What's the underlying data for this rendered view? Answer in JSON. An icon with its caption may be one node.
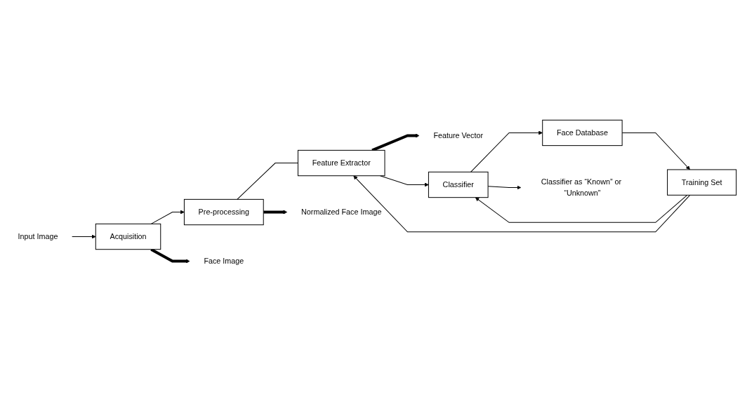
{
  "diagram": {
    "nodes": [
      {
        "text": [
          "Input Image"
        ]
      },
      {
        "text": [
          "Acquisition"
        ]
      },
      {
        "text": [
          "Face Image"
        ]
      },
      {
        "text": [
          "Pre-processing"
        ]
      },
      {
        "text": [
          "Normalized Face Image"
        ]
      },
      {
        "text": [
          "Feature Extractor"
        ]
      },
      {
        "text": [
          "Feature Vector"
        ]
      },
      {
        "text": [
          "Face Database"
        ]
      },
      {
        "text": [
          "Training Set"
        ]
      },
      {
        "text": [
          "Classifier"
        ]
      },
      {
        "text": [
          "Classifier as “Known” or “Unknown”"
        ]
      }
    ],
    "edges": [
      {
        "from": 0,
        "to": 1,
        "arrow": "to"
      },
      {
        "from": 1,
        "to": 3,
        "arrow": "to"
      },
      {
        "from": 1,
        "to": 2,
        "arrow": "to",
        "style": "thick"
      },
      {
        "from": 3,
        "to": 5,
        "arrow": "none"
      },
      {
        "from": 3,
        "to": 4,
        "arrow": "to",
        "style": "thick"
      },
      {
        "from": 5,
        "to": 6,
        "arrow": "to",
        "style": "thick"
      },
      {
        "from": 5,
        "to": 9,
        "arrow": "to"
      },
      {
        "from": 8,
        "to": 5,
        "arrow": "to"
      },
      {
        "from": 7,
        "to": 8,
        "arrow": "to"
      },
      {
        "from": 8,
        "to": 9,
        "arrow": "to"
      },
      {
        "from": 9,
        "to": 7,
        "arrow": "to"
      },
      {
        "from": 9,
        "to": 10,
        "arrow": "to"
      }
    ]
  }
}
